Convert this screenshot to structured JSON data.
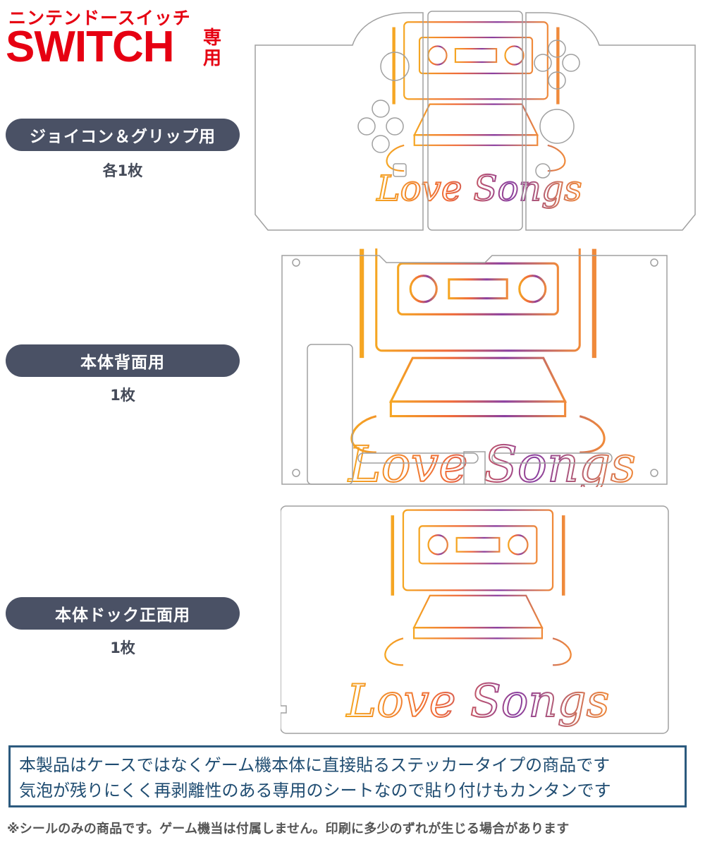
{
  "header": {
    "kana_title": "ニンテンドースイッチ",
    "title": "SWITCH",
    "title_suffix": "専用"
  },
  "sections": [
    {
      "label": "ジョイコン＆グリップ用",
      "count": "各1枚"
    },
    {
      "label": "本体背面用",
      "count": "1枚"
    },
    {
      "label": "本体ドック正面用",
      "count": "1枚"
    }
  ],
  "artwork": {
    "lettering": "Love Songs"
  },
  "notice": {
    "line1": "本製品はケースではなくゲーム機本体に直接貼るステッカータイプの商品です",
    "line2": "気泡が残りにくく再剥離性のある専用のシートなので貼り付けもカンタンです"
  },
  "footnote": "※シールのみの商品です。ゲーム機当は付属しません。印刷に多少のずれが生じる場合があります",
  "colors": {
    "brand_red": "#e60012",
    "pill": "#4a5165",
    "notice_border": "#2c5a7e",
    "notice_text": "#1f4c71"
  }
}
